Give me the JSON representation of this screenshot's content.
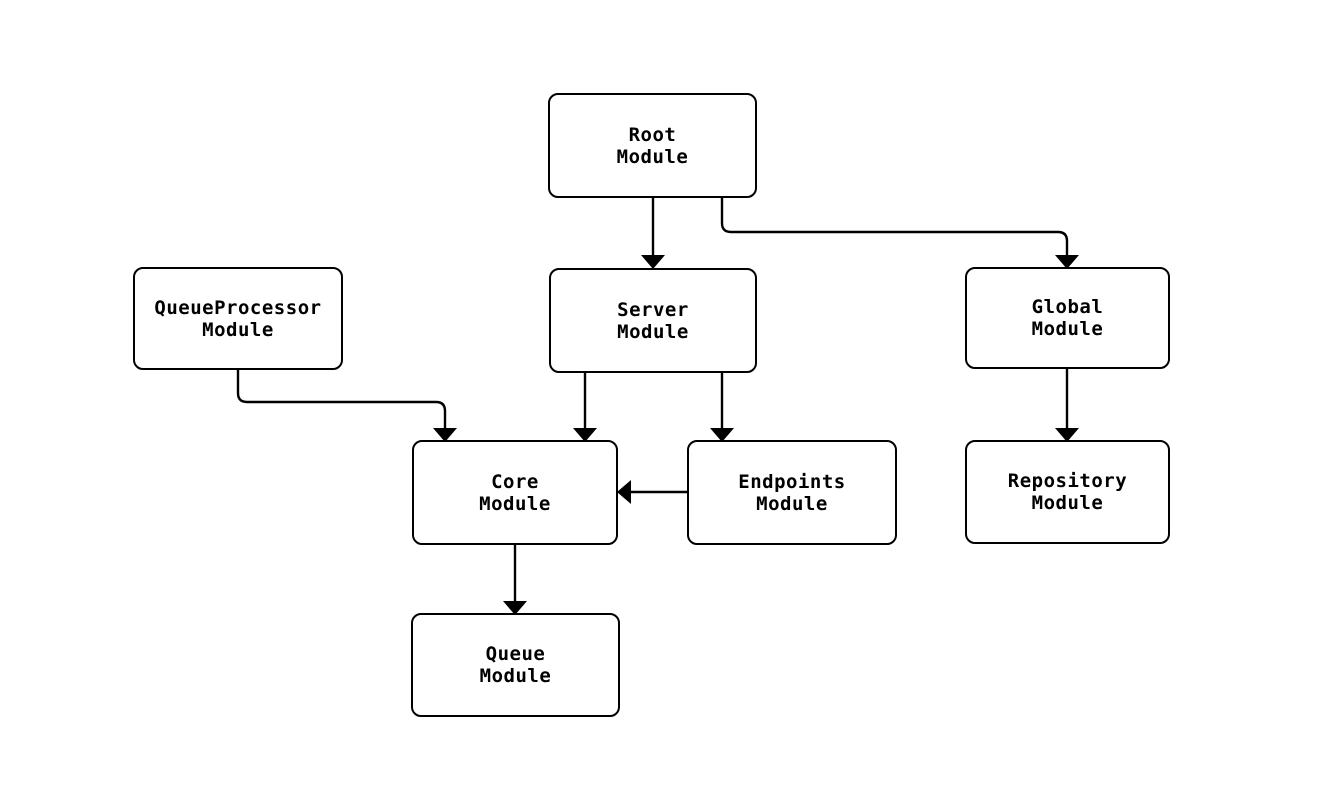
{
  "diagram": {
    "kind": "module-dependency-flowchart",
    "background_color": "#ffffff",
    "node_fill_color": "#ffffff",
    "node_border_color": "#000000",
    "edge_color": "#000000",
    "text_color": "#000000",
    "nodes": [
      {
        "id": "root",
        "label": "Root\nModule"
      },
      {
        "id": "queueprocessor",
        "label": "QueueProcessor\nModule"
      },
      {
        "id": "server",
        "label": "Server\nModule"
      },
      {
        "id": "global",
        "label": "Global\nModule"
      },
      {
        "id": "core",
        "label": "Core\nModule"
      },
      {
        "id": "endpoints",
        "label": "Endpoints\nModule"
      },
      {
        "id": "repository",
        "label": "Repository\nModule"
      },
      {
        "id": "queue",
        "label": "Queue\nModule"
      }
    ],
    "edges": [
      {
        "from": "Root Module",
        "to": "Server Module"
      },
      {
        "from": "Root Module",
        "to": "Global Module"
      },
      {
        "from": "QueueProcessor Module",
        "to": "Core Module"
      },
      {
        "from": "Server Module",
        "to": "Core Module"
      },
      {
        "from": "Server Module",
        "to": "Endpoints Module"
      },
      {
        "from": "Endpoints Module",
        "to": "Core Module"
      },
      {
        "from": "Global Module",
        "to": "Repository Module"
      },
      {
        "from": "Core Module",
        "to": "Queue Module"
      }
    ]
  }
}
